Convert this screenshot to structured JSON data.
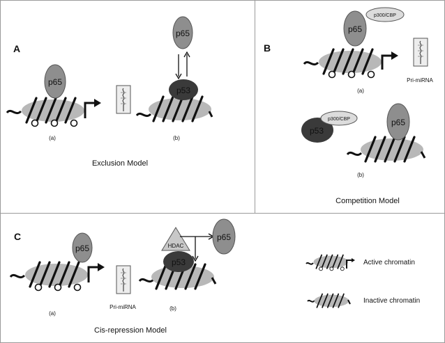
{
  "panels": {
    "a": {
      "letter": "A",
      "model_title": "Exclusion Model",
      "sub_a": "(a)",
      "sub_b": "(b)",
      "protein_top": "p65",
      "protein_b_top": "p65",
      "protein_b_bottom": "p53"
    },
    "b": {
      "letter": "B",
      "model_title": "Competition Model",
      "sub_a": "(a)",
      "sub_b": "(b)",
      "protein_p65_a": "p65",
      "coactivator_a": "p300/CBP",
      "pri_mirna": "Pri-miRNA",
      "protein_p53_b": "p53",
      "coactivator_b": "p300/CBP",
      "protein_p65_b": "p65"
    },
    "c": {
      "letter": "C",
      "model_title": "Cis-repression Model",
      "sub_a": "(a)",
      "sub_b": "(b)",
      "protein_p65_a": "p65",
      "pri_mirna": "Pri-miRNA",
      "hdac": "HDAC",
      "protein_p53_b": "p53",
      "protein_p65_b": "p65"
    }
  },
  "legend": {
    "active": "Active chromatin",
    "inactive": "Inactive chromatin"
  },
  "colors": {
    "border": "#9a9a9a",
    "histone": "#b8b8b8",
    "p65_fill": "#8e8e8e",
    "p53_fill": "#3a3a3a",
    "cofactor_fill": "#dcdcdc",
    "dna": "#111111"
  }
}
